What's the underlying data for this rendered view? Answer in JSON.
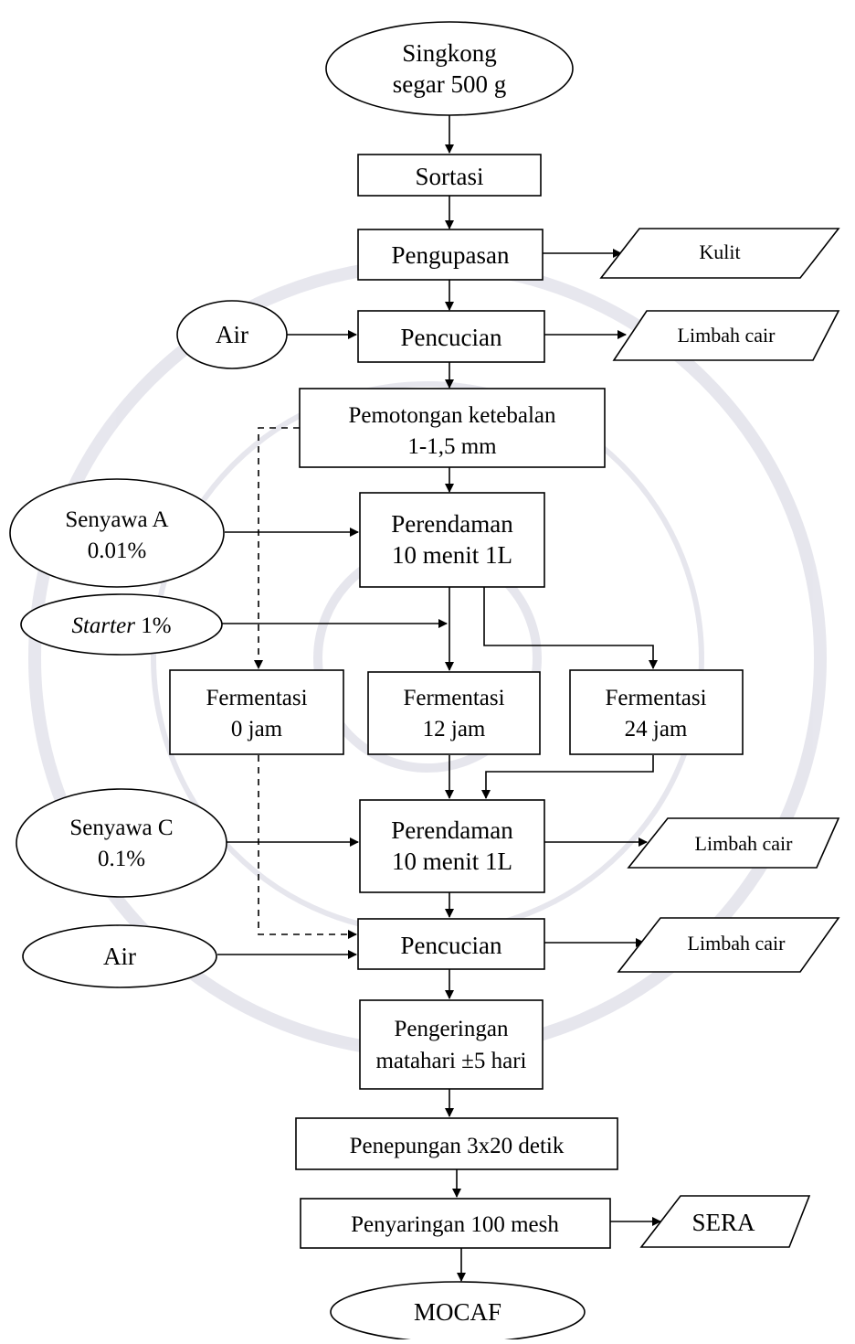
{
  "nodes": {
    "singkong": [
      "Singkong",
      "segar 500 g"
    ],
    "sortasi": [
      "Sortasi"
    ],
    "pengupasan": [
      "Pengupasan"
    ],
    "kulit": [
      "Kulit"
    ],
    "air1": [
      "Air"
    ],
    "pencucian1": [
      "Pencucian"
    ],
    "limbah1": [
      "Limbah cair"
    ],
    "pemotongan": [
      "Pemotongan ketebalan",
      "1-1,5 mm"
    ],
    "senyawa_a": [
      "Senyawa A",
      "0.01%"
    ],
    "perendaman1": [
      "Perendaman",
      "10 menit 1L"
    ],
    "starter": [
      "Starter",
      " 1%"
    ],
    "fermentasi0": [
      "Fermentasi",
      "0 jam"
    ],
    "fermentasi12": [
      "Fermentasi",
      "12 jam"
    ],
    "fermentasi24": [
      "Fermentasi",
      "24 jam"
    ],
    "senyawa_c": [
      "Senyawa C",
      "0.1%"
    ],
    "perendaman2": [
      "Perendaman",
      "10 menit 1L"
    ],
    "limbah2": [
      "Limbah cair"
    ],
    "air2": [
      "Air"
    ],
    "pencucian2": [
      "Pencucian"
    ],
    "limbah3": [
      "Limbah cair"
    ],
    "pengeringan": [
      "Pengeringan",
      "matahari ±5 hari"
    ],
    "penepungan": [
      "Penepungan 3x20 detik"
    ],
    "penyaringan": [
      "Penyaringan 100 mesh"
    ],
    "sera": [
      "SERA"
    ],
    "mocaf": [
      "MOCAF"
    ]
  }
}
